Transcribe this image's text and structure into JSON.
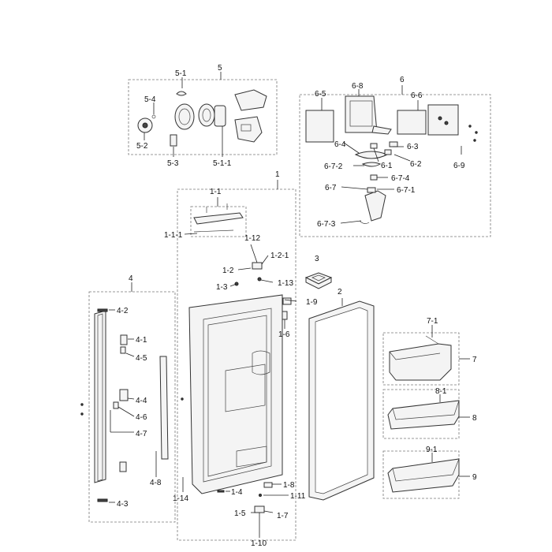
{
  "labels": {
    "g5": "5",
    "p5_1": "5-1",
    "p5_4": "5-4",
    "p5_2": "5-2",
    "p5_3": "5-3",
    "p5_1_1": "5-1-1",
    "g6": "6",
    "p6_8": "6-8",
    "p6_5": "6-5",
    "p6_6": "6-6",
    "p6_4": "6-4",
    "p6_3": "6-3",
    "p6_9": "6-9",
    "p6_1": "6-1",
    "p6_2": "6-2",
    "p6_7_2": "6-7-2",
    "p6_7_4": "6-7-4",
    "p6_7": "6-7",
    "p6_7_1": "6-7-1",
    "p6_7_3": "6-7-3",
    "g1": "1",
    "p1_1": "1-1",
    "p1_1_1": "1-1-1",
    "p1_12": "1-12",
    "p1_2_1": "1-2-1",
    "p1_2": "1-2",
    "p3": "3",
    "p1_3": "1-3",
    "p1_13": "1-13",
    "p2": "2",
    "p1_9": "1-9",
    "p1_6": "1-6",
    "p1_8": "1-8",
    "p1_11": "1-11",
    "p1_4": "1-4",
    "p1_14": "1-14",
    "p1_5": "1-5",
    "p1_7": "1-7",
    "p1_10": "1-10",
    "g4": "4",
    "p4_2": "4-2",
    "p4_1": "4-1",
    "p4_5": "4-5",
    "p4_4": "4-4",
    "p4_6": "4-6",
    "p4_7": "4-7",
    "p4_8": "4-8",
    "p4_3": "4-3",
    "p7_1": "7-1",
    "p7": "7",
    "p8_1": "8-1",
    "p8": "8",
    "p9_1": "9-1",
    "p9": "9"
  }
}
